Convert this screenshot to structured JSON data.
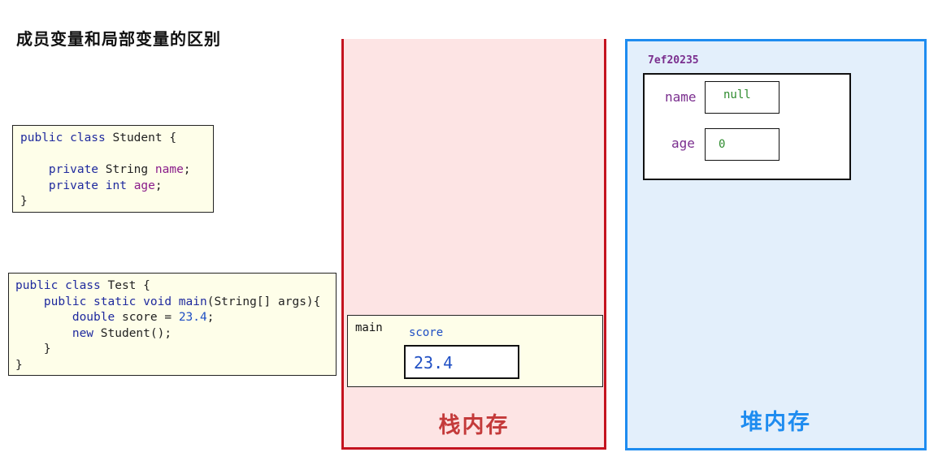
{
  "title": "成员变量和局部变量的区别",
  "code_student": {
    "line1_kw": "public class",
    "line1_rest": " Student {",
    "line3_kw": "private",
    "line3_type": " String ",
    "line3_field": "name",
    "line3_end": ";",
    "line4_kw": "private int",
    "line4_field": "age",
    "line4_end": ";",
    "line5": "}"
  },
  "code_test": {
    "line1_kw": "public class",
    "line1_rest": " Test {",
    "line2_kw": "public static void",
    "line2_method": "main",
    "line2_rest": "(String[] args){",
    "line3_kw": "double",
    "line3_rest": " score = ",
    "line3_num": "23.4",
    "line3_end": ";",
    "line4_kw": "new",
    "line4_rest": " Student();",
    "line5": "}",
    "line6": "}"
  },
  "stack": {
    "label": "栈内存",
    "frame_name": "main",
    "var_name": "score",
    "var_value": "23.4"
  },
  "heap": {
    "label": "堆内存",
    "address": "7ef20235",
    "fields": [
      {
        "name": "name",
        "value": "null"
      },
      {
        "name": "age",
        "value": "0"
      }
    ]
  },
  "colors": {
    "stack_border": "#c4131f",
    "stack_bg": "#fde4e4",
    "heap_border": "#1e8cf0",
    "heap_bg": "#e3effb",
    "code_bg": "#fefee9"
  }
}
